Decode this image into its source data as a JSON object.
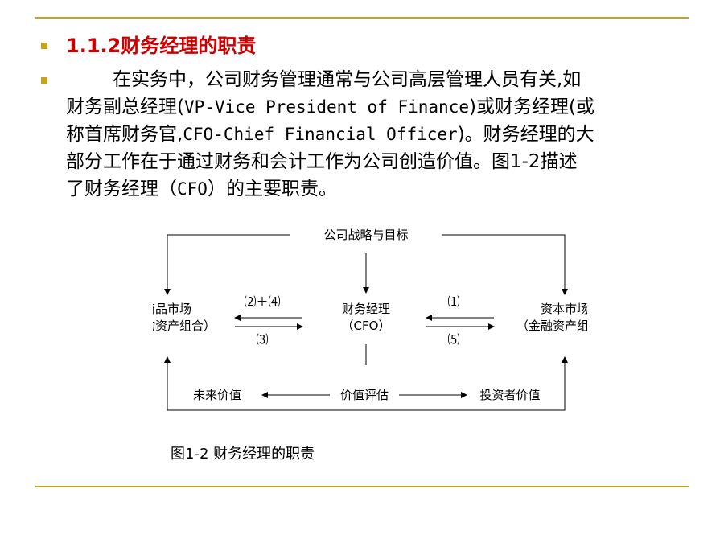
{
  "colors": {
    "accent": "#c8a21a",
    "heading": "#cc0000",
    "text": "#000000"
  },
  "heading": "1.1.2财务经理的职责",
  "paragraph": {
    "line1": "在实务中，公司财务管理通常与公司高层管理人员有关,如",
    "line2_a": "财务副总经理(",
    "line2_b": "VP-Vice President of Finance",
    "line2_c": ")或财务经理(或",
    "line3_a": "称首席财务官,",
    "line3_b": "CFO-Chief Financial Officer",
    "line3_c": ")。财务经理的大",
    "line4": "部分工作在于通过财务和会计工作为公司创造价值。图1-2描述",
    "line5_a": "了财务经理（",
    "line5_b": "CFO",
    "line5_c": "）的主要职责。"
  },
  "diagram": {
    "top": "公司战略与目标",
    "left_line1": "商品市场",
    "left_line2": "（实物资产组合）",
    "center_line1": "财务经理",
    "center_line2": "（CFO）",
    "right_line1": "资本市场",
    "right_line2": "（金融资产组合）",
    "label_2_4": "⑵＋⑷",
    "label_3": "⑶",
    "label_1": "⑴",
    "label_5": "⑸",
    "future_value": "未来价值",
    "valuation": "价值评估",
    "investor_value": "投资者价值"
  },
  "caption": "图1-2   财务经理的职责"
}
